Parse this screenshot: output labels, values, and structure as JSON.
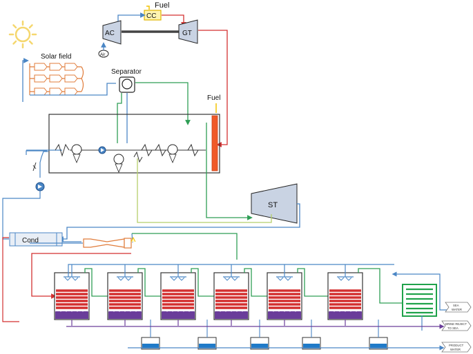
{
  "labels": {
    "fuel_top": "Fuel",
    "cc": "CC",
    "ac": "AC",
    "gt": "GT",
    "air": "Air",
    "solar_field": "Solar field",
    "separator": "Separator",
    "fuel_hrsg": "Fuel",
    "st": "ST",
    "cond": "Cond"
  },
  "outlets": {
    "sea_water": [
      "SEA",
      "WATER"
    ],
    "brine_reject": [
      "BRINE REJECT",
      "TO SEA"
    ],
    "product_water": [
      "PRODUCT",
      "WATER"
    ]
  },
  "colors": {
    "steam_hot": "#d32f2f",
    "water_blue": "#4a86c5",
    "steam_green": "#2e9e55",
    "exhaust_yellowgreen": "#b5cf6b",
    "brine_purple": "#6a3d9a",
    "solar_orange": "#e07b39",
    "sun": "#f5d76e",
    "cc_box": "#fff4b0",
    "turbine_fill": "#c9d3e3",
    "condenser_green": "#1fa24a",
    "heater_orange": "#f05a28"
  }
}
